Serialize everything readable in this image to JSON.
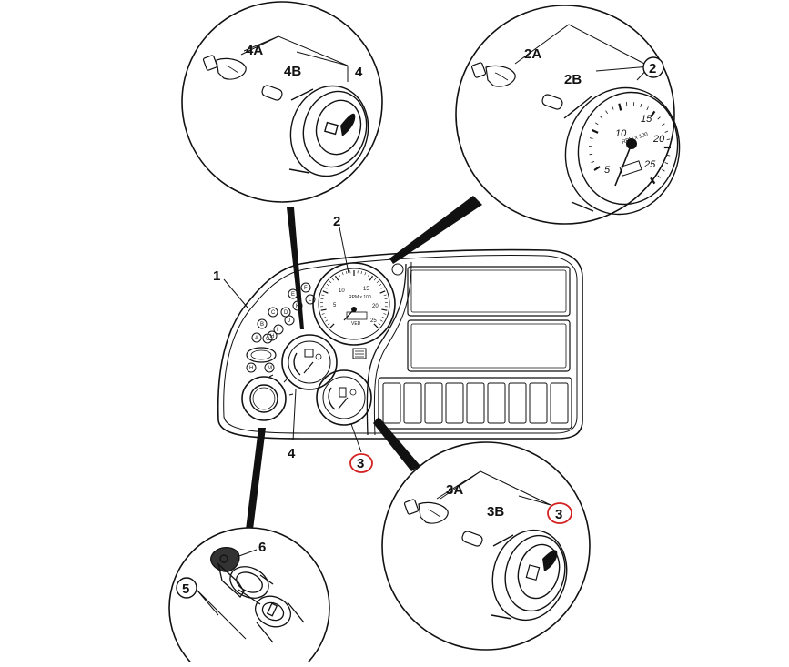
{
  "diagram": {
    "callouts": {
      "c1": "1",
      "c2": "2",
      "c3": "3",
      "c4": "4",
      "c2_detail": "2",
      "c2a": "2A",
      "c2b": "2B",
      "c4_detail": "4",
      "c4a": "4A",
      "c4b": "4B",
      "c3_detail": "3",
      "c3a": "3A",
      "c3b": "3B",
      "c5": "5",
      "c6": "6"
    },
    "tachometer_small": {
      "ticks": [
        "10",
        "15",
        "20",
        "25",
        "5"
      ],
      "unit": "RPM x 100",
      "sub": "VED"
    },
    "tachometer_large": {
      "ticks": [
        "5",
        "10",
        "15",
        "20",
        "25"
      ],
      "unit": "RPM x 100"
    },
    "keypad_buttons": [
      "F",
      "E",
      "L",
      "K",
      "D",
      "C",
      "J",
      "B",
      "I",
      "H",
      "A",
      "G",
      "M"
    ],
    "ignition_button": "H",
    "highlight_color": "#d42020"
  }
}
